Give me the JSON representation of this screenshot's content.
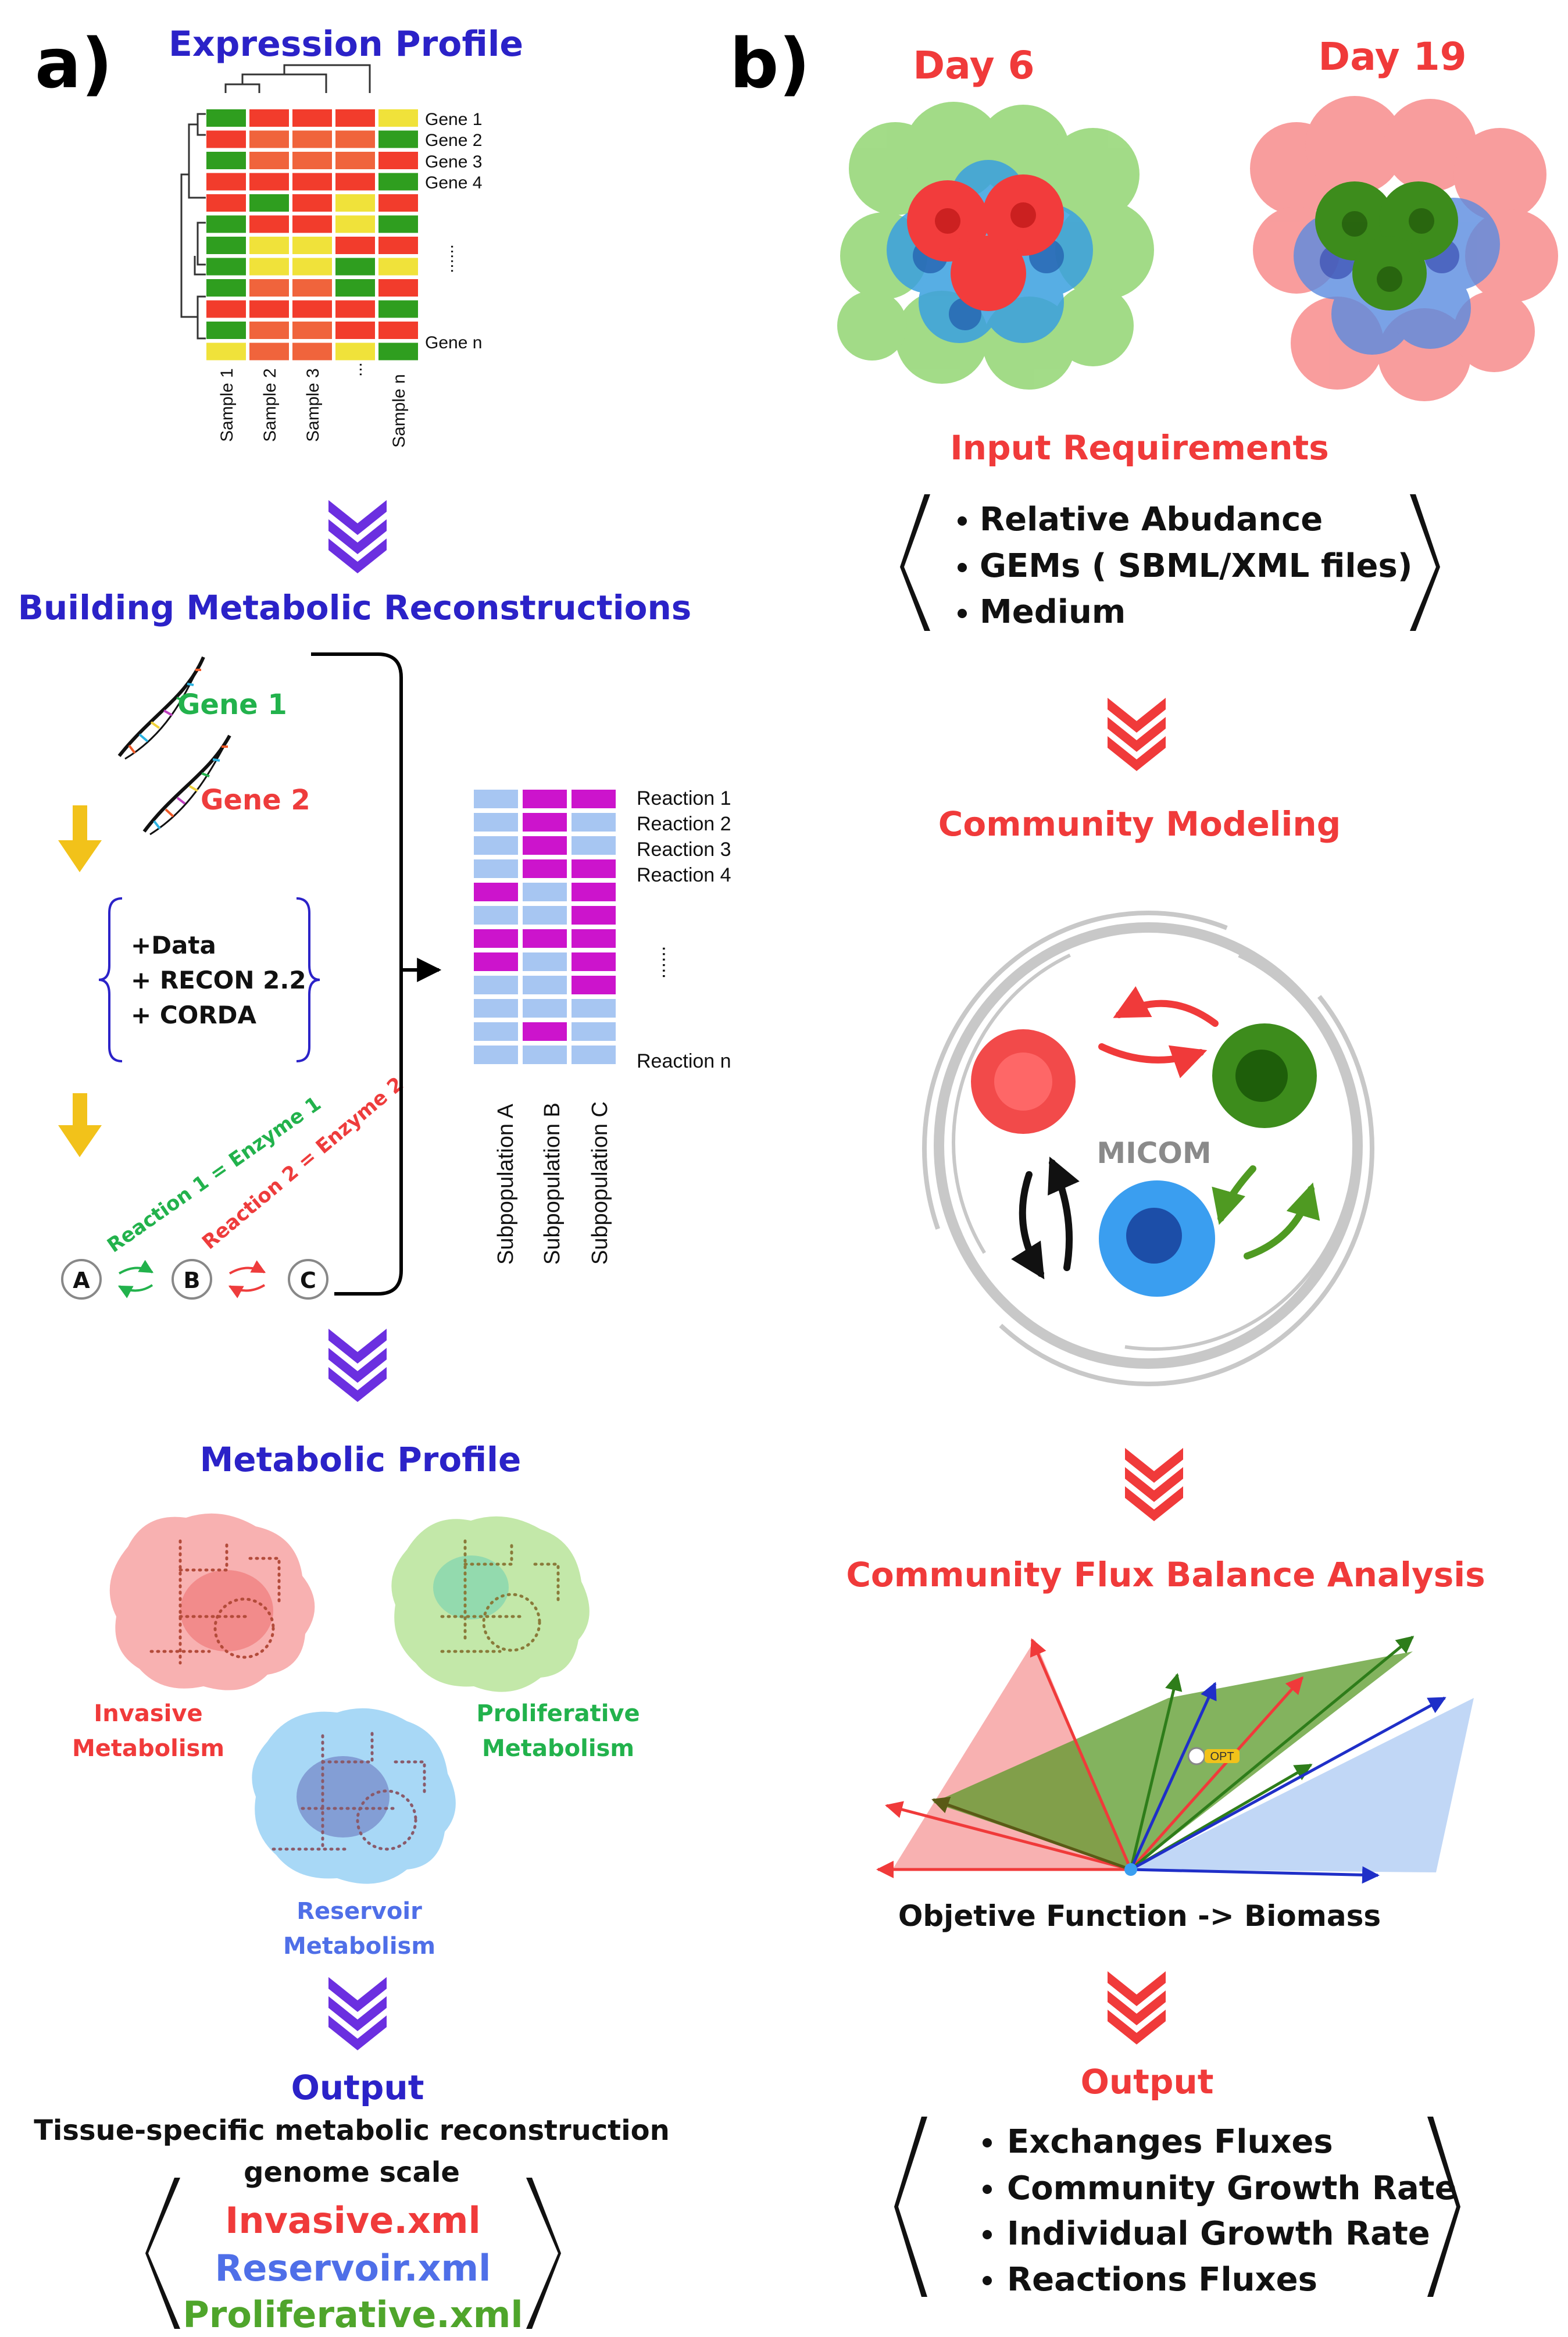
{
  "panel_a": {
    "label": "a)",
    "expression_profile": {
      "title": "Expression Profile",
      "genes": [
        "Gene 1",
        "Gene 2",
        "Gene 3",
        "Gene 4",
        "......",
        "Gene n"
      ],
      "samples": [
        "Sample 1",
        "Sample 2",
        "Sample 3",
        "...",
        "Sample n"
      ],
      "heatmap": [
        [
          "G",
          "R",
          "R",
          "R",
          "Y"
        ],
        [
          "R",
          "O",
          "O",
          "O",
          "G"
        ],
        [
          "G",
          "O",
          "O",
          "O",
          "R"
        ],
        [
          "R",
          "R",
          "R",
          "R",
          "G"
        ],
        [
          "R",
          "G",
          "R",
          "Y",
          "R"
        ],
        [
          "G",
          "R",
          "R",
          "Y",
          "G"
        ],
        [
          "G",
          "Y",
          "Y",
          "R",
          "R"
        ],
        [
          "G",
          "Y",
          "Y",
          "G",
          "Y"
        ],
        [
          "G",
          "O",
          "O",
          "G",
          "R"
        ],
        [
          "R",
          "R",
          "R",
          "R",
          "G"
        ],
        [
          "G",
          "O",
          "O",
          "R",
          "R"
        ],
        [
          "Y",
          "O",
          "O",
          "Y",
          "G"
        ]
      ]
    },
    "building": {
      "title": "Building Metabolic Reconstructions",
      "gene1": "Gene 1",
      "gene2": "Gene 2",
      "brace_lines": [
        "+Data",
        "+ RECON 2.2",
        "+ CORDA"
      ],
      "reaction1_label": "Reaction 1 = Enzyme 1",
      "reaction2_label": "Reaction 2 = Enzyme 2",
      "nodes": [
        "A",
        "B",
        "C"
      ]
    },
    "reaction_matrix": {
      "reactions": [
        "Reaction 1",
        "Reaction 2",
        "Reaction 3",
        "Reaction 4",
        "......",
        "Reaction n"
      ],
      "subpopulations": [
        "Subpopulation A",
        "Subpopulation B",
        "Subpopulation C"
      ],
      "cells": [
        [
          "L",
          "M",
          "M"
        ],
        [
          "L",
          "M",
          "L"
        ],
        [
          "L",
          "M",
          "L"
        ],
        [
          "L",
          "M",
          "M"
        ],
        [
          "M",
          "L",
          "M"
        ],
        [
          "L",
          "L",
          "M"
        ],
        [
          "M",
          "M",
          "M"
        ],
        [
          "M",
          "L",
          "M"
        ],
        [
          "L",
          "L",
          "M"
        ],
        [
          "L",
          "L",
          "L"
        ],
        [
          "L",
          "M",
          "L"
        ],
        [
          "L",
          "L",
          "L"
        ]
      ]
    },
    "metabolic_profile": {
      "title": "Metabolic Profile",
      "invasive": "Invasive\nMetabolism",
      "proliferative": "Proliferative\nMetabolism",
      "reservoir": "Reservoir\nMetabolism"
    },
    "output": {
      "title": "Output",
      "line1": "Tissue-specific metabolic reconstruction",
      "line2": "genome scale",
      "files": [
        "Invasive.xml",
        "Reservoir.xml",
        "Proliferative.xml"
      ]
    }
  },
  "panel_b": {
    "label": "b)",
    "day6": "Day 6",
    "day19": "Day 19",
    "input_title": "Input Requirements",
    "input_items": [
      "Relative Abudance",
      "GEMs ( SBML/XML files)",
      "Medium"
    ],
    "community_modeling": "Community Modeling",
    "micom": "MICOM",
    "cfba_title": "Community Flux Balance Analysis",
    "opt_label": "OPT",
    "objective": "Objetive Function -> Biomass",
    "output_title": "Output",
    "output_items": [
      "Exchanges Fluxes",
      "Community Growth Rate",
      "Individual Growth Rate",
      "Reactions Fluxes"
    ]
  },
  "colors": {
    "blue_title": "#2b22c8",
    "red_title": "#f03a3a",
    "gene_green": "#22b24c",
    "gene_red": "#ee3c3c",
    "chevron_purple": "#6b2fe0",
    "chevron_red": "#f03a3a",
    "reservoir_blue": "#4f6fe8",
    "proliferative_green": "#4fa52b",
    "heat_red": "#f23c2c",
    "heat_orange": "#f0643c",
    "heat_green": "#2f9e1f",
    "heat_yellow": "#f0e23a",
    "matrix_magenta": "#cc14cc",
    "matrix_lightblue": "#a7c6f2"
  }
}
